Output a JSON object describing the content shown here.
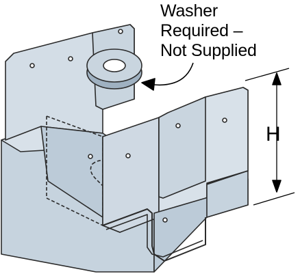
{
  "callout": {
    "line1": "Washer",
    "line2": "Required –",
    "line3": "Not Supplied"
  },
  "dimension": {
    "label": "H"
  },
  "colors": {
    "metal_light": "#d3dde6",
    "metal_mid": "#bccbd8",
    "metal_dark": "#9fb1c1",
    "outline": "#2b2b2b"
  }
}
